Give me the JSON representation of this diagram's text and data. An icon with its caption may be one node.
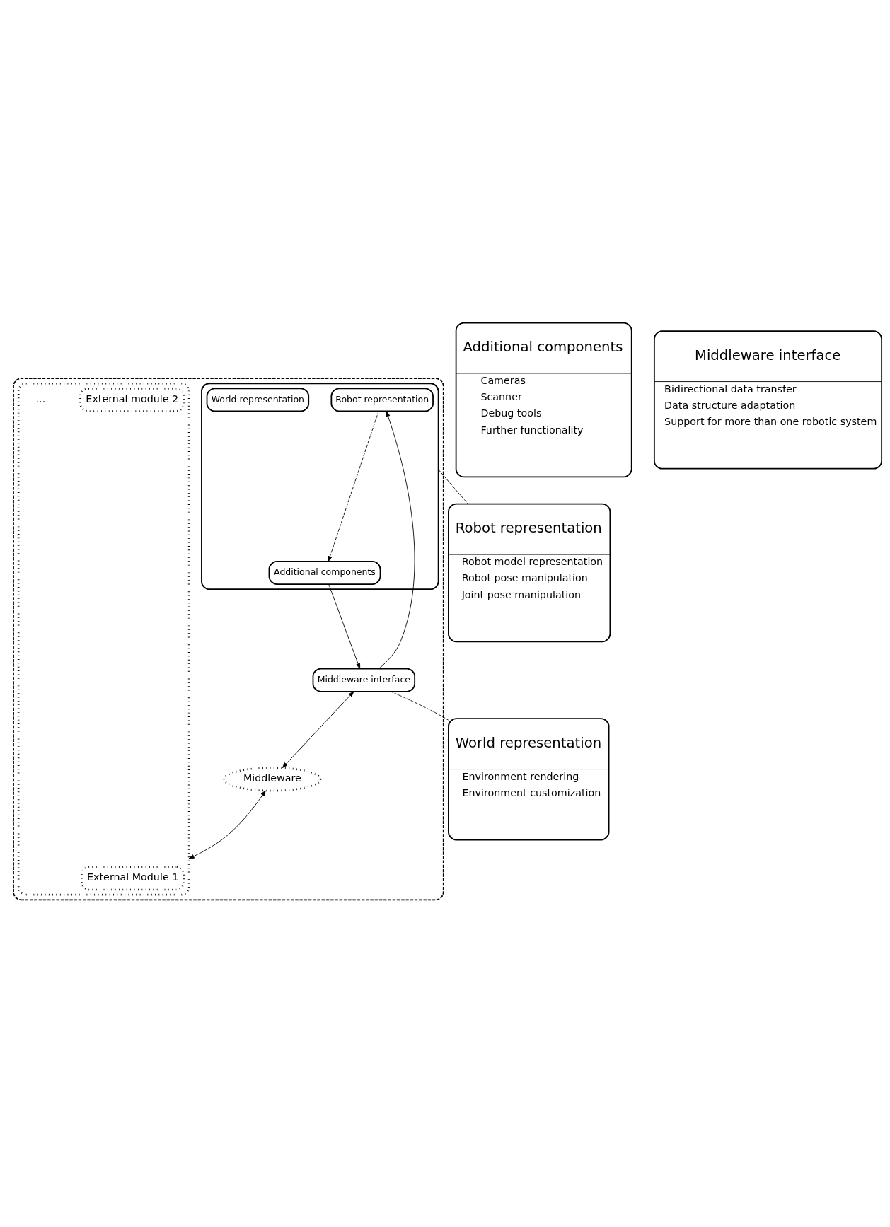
{
  "diagram": {
    "nodes": [
      {
        "text": [],
        "shape": "box"
      },
      {
        "text": [],
        "shape": "box",
        "in": 0
      },
      {
        "text": [
          "Robot representation"
        ],
        "in": 1
      },
      {
        "text": [
          "World representation"
        ],
        "in": 1
      },
      {
        "text": [
          "Additional components"
        ],
        "in": 1
      },
      {
        "text": [
          "Middleware interface"
        ],
        "in": 0
      },
      {
        "text": [
          "Middleware"
        ],
        "in": 0
      },
      {
        "text": [],
        "shape": "box",
        "in": 0
      },
      {
        "text": [
          "External Module 1"
        ],
        "in": 7
      },
      {
        "text": [
          "External module 2"
        ],
        "in": 7
      },
      {
        "text": [
          "Robot representation",
          "Robot model representation",
          "Robot pose manipulation",
          "Joint pose manipulation"
        ]
      },
      {
        "text": [
          "World representation",
          "Environment rendering",
          "Environment customization"
        ]
      },
      {
        "text": [
          "Additional components",
          "Cameras",
          "Scanner",
          "Debug tools",
          "Further functionality"
        ]
      },
      {
        "text": [
          "Middleware interface",
          "Bidirectional data transfer",
          "Data structure adaptation",
          "Support for more than one robotic system"
        ]
      }
    ],
    "edges": [
      {
        "from": 5,
        "to": 2,
        "arrow": "to"
      },
      {
        "from": 2,
        "to": 4,
        "arrow": "to",
        "style": "dashed"
      },
      {
        "from": 4,
        "to": 5,
        "arrow": "to"
      },
      {
        "from": 5,
        "to": 6,
        "arrow": "both"
      },
      {
        "from": 6,
        "to": 7,
        "arrow": "both"
      },
      {
        "from": 1,
        "to": 10,
        "arrow": "none",
        "style": "dashed"
      },
      {
        "from": 5,
        "to": 11,
        "arrow": "none",
        "style": "dashed"
      }
    ],
    "labels": [
      "..."
    ]
  }
}
